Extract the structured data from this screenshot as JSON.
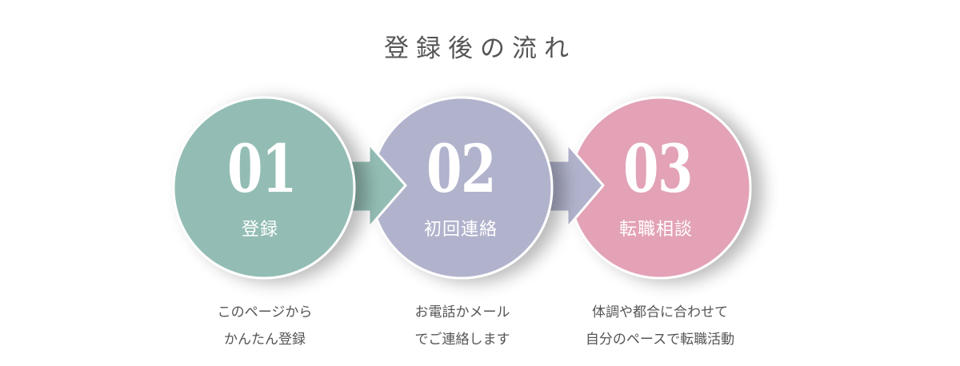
{
  "title": "登録後の流れ",
  "steps": [
    {
      "number": "01",
      "label": "登録",
      "color": "#93bdb4",
      "desc_lines": [
        "このページから",
        "かんたん登録"
      ]
    },
    {
      "number": "02",
      "label": "初回連絡",
      "color": "#b1b3cd",
      "desc_lines": [
        "お電話かメール",
        "でご連絡します"
      ]
    },
    {
      "number": "03",
      "label": "転職相談",
      "color": "#e3a2b6",
      "desc_lines": [
        "体調や都合に合わせて",
        "自分のペースで転職活動"
      ]
    }
  ]
}
